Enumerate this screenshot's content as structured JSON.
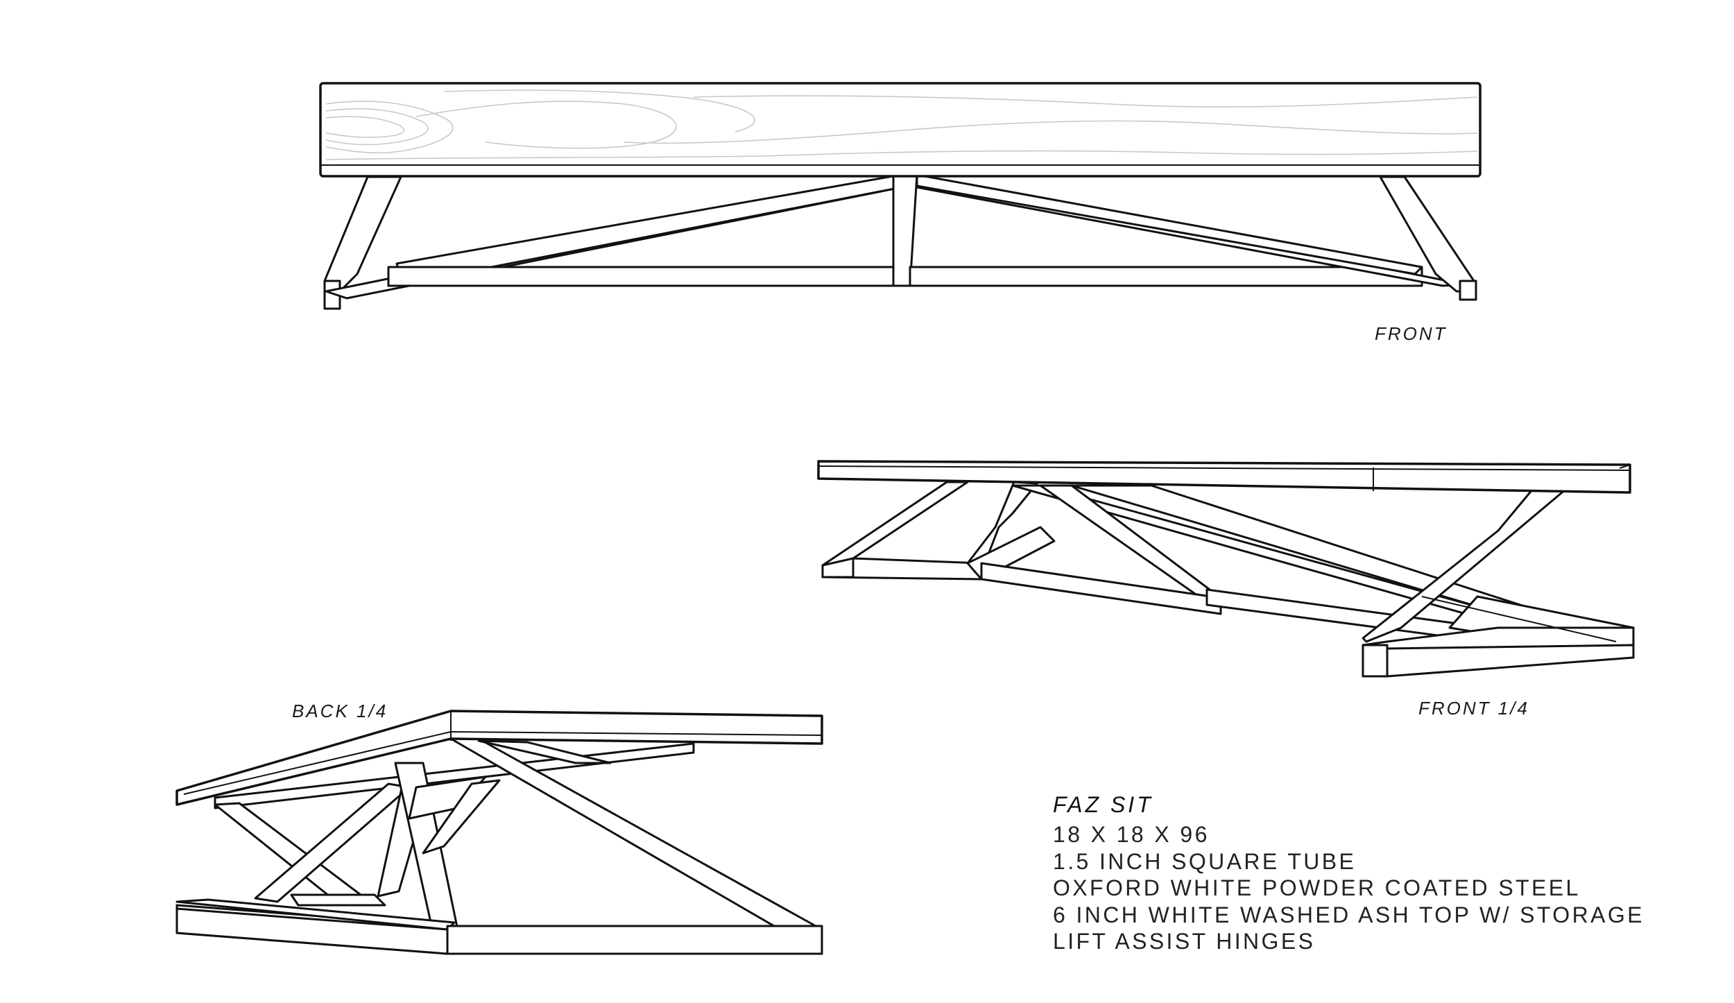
{
  "views": {
    "front": "FRONT",
    "front_quarter": "FRONT 1/4",
    "back_quarter": "BACK 1/4"
  },
  "spec": {
    "title": "FAZ SIT",
    "lines": [
      "18 X 18 X 96",
      "1.5 INCH SQUARE TUBE",
      "OXFORD WHITE POWDER COATED STEEL",
      "6 INCH WHITE WASHED ASH TOP W/ STORAGE",
      "LIFT ASSIST HINGES"
    ]
  },
  "colors": {
    "line": "#111111",
    "background": "#ffffff",
    "grain": "#c8c8c8"
  }
}
